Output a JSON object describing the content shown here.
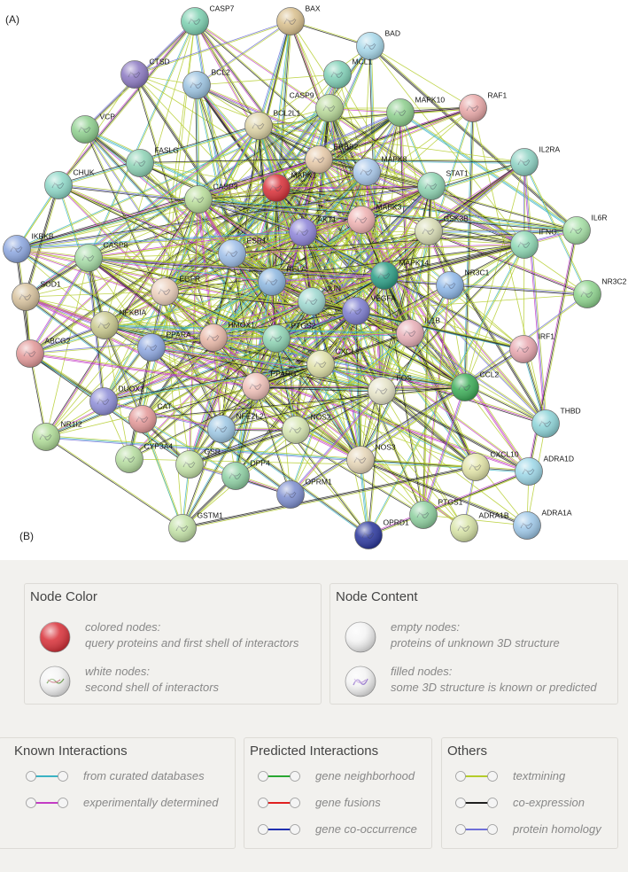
{
  "panel_labels": {
    "a": "(A)",
    "b": "(B)"
  },
  "network": {
    "nodes": [
      {
        "id": "CASP7",
        "color": "#7fd1b2"
      },
      {
        "id": "BAX",
        "color": "#d9c08f"
      },
      {
        "id": "BAD",
        "color": "#a8d8ea"
      },
      {
        "id": "CTSD",
        "color": "#8e7cc3"
      },
      {
        "id": "BCL2",
        "color": "#9cc3e0"
      },
      {
        "id": "MCL1",
        "color": "#82d1b8"
      },
      {
        "id": "RAF1",
        "color": "#e8a8a8"
      },
      {
        "id": "CASP9",
        "color": "#b9d99a"
      },
      {
        "id": "MAPK10",
        "color": "#8fcf8f"
      },
      {
        "id": "VCP",
        "color": "#90d090"
      },
      {
        "id": "BCL2L1",
        "color": "#ddd3a6"
      },
      {
        "id": "ERBB2",
        "color": "#e6c9a8"
      },
      {
        "id": "IL2RA",
        "color": "#8fd3c4"
      },
      {
        "id": "FASLG",
        "color": "#8fd3b6"
      },
      {
        "id": "MAPK1",
        "color": "#d9343c"
      },
      {
        "id": "MAPK8",
        "color": "#a9c8ea"
      },
      {
        "id": "STAT1",
        "color": "#8fd3b2"
      },
      {
        "id": "CHUK",
        "color": "#8fd8c8"
      },
      {
        "id": "CASP3",
        "color": "#b9dd9a"
      },
      {
        "id": "MAPK3",
        "color": "#efb3b3"
      },
      {
        "id": "GSK3B",
        "color": "#d8dcb4"
      },
      {
        "id": "AKT1",
        "color": "#8f86d8"
      },
      {
        "id": "IL6R",
        "color": "#a6e0a6"
      },
      {
        "id": "IFNG",
        "color": "#8fd8b4"
      },
      {
        "id": "IKBKB",
        "color": "#8ea8e0"
      },
      {
        "id": "ESR1",
        "color": "#9fbfe8"
      },
      {
        "id": "CASP8",
        "color": "#a6dba6"
      },
      {
        "id": "MAPK14",
        "color": "#2e9e86"
      },
      {
        "id": "NR3C1",
        "color": "#8fb8e8"
      },
      {
        "id": "NR3C2",
        "color": "#8fd48f"
      },
      {
        "id": "RELA",
        "color": "#8fb8e0"
      },
      {
        "id": "EGFR",
        "color": "#ecd0bd"
      },
      {
        "id": "SOD1",
        "color": "#d7c29e"
      },
      {
        "id": "JUN",
        "color": "#9fd8d0"
      },
      {
        "id": "VEGFA",
        "color": "#7f7fd0"
      },
      {
        "id": "NFKBIA",
        "color": "#c9c98f"
      },
      {
        "id": "HMOX1",
        "color": "#e8b8a8"
      },
      {
        "id": "PTGS2",
        "color": "#8fd3b4"
      },
      {
        "id": "IL1B",
        "color": "#e8b0b8"
      },
      {
        "id": "IRF1",
        "color": "#e8a8b0"
      },
      {
        "id": "PPARA",
        "color": "#8fa8e0"
      },
      {
        "id": "ABCG2",
        "color": "#e39a9a"
      },
      {
        "id": "CXCL8",
        "color": "#dfe0a8"
      },
      {
        "id": "PPARG",
        "color": "#efc0b8"
      },
      {
        "id": "FOS",
        "color": "#e6e4c8"
      },
      {
        "id": "CCL2",
        "color": "#3fae5a"
      },
      {
        "id": "DUOX2",
        "color": "#9090d8"
      },
      {
        "id": "CAT",
        "color": "#e49a9a"
      },
      {
        "id": "THBD",
        "color": "#8fd4d8"
      },
      {
        "id": "NR1I2",
        "color": "#b0dc98"
      },
      {
        "id": "NFE2L2",
        "color": "#9fc8e4"
      },
      {
        "id": "NOS2",
        "color": "#d6e6b2"
      },
      {
        "id": "NOS3",
        "color": "#e6d6b8"
      },
      {
        "id": "CYP3A4",
        "color": "#b6dda0"
      },
      {
        "id": "GSR",
        "color": "#c4e2a8"
      },
      {
        "id": "DPP4",
        "color": "#8fd0a4"
      },
      {
        "id": "CXCL10",
        "color": "#e2e4a8"
      },
      {
        "id": "ADRA1D",
        "color": "#9fd8e8"
      },
      {
        "id": "OPRM1",
        "color": "#7f90d0"
      },
      {
        "id": "ADRA1B",
        "color": "#d8e4a8"
      },
      {
        "id": "ADRA1A",
        "color": "#9fc8e8"
      },
      {
        "id": "PTGS1",
        "color": "#8fd0a0"
      },
      {
        "id": "GSTM1",
        "color": "#c4e2a8"
      },
      {
        "id": "OPRD1",
        "color": "#2e3a9e"
      }
    ],
    "edge_colors": [
      "#b4cc2a",
      "#1f1f1f",
      "#3bb3c4",
      "#c43cc4",
      "#6f6fd8"
    ]
  },
  "legend": {
    "node_color": {
      "title": "Node Color",
      "items": [
        {
          "line1": "colored nodes:",
          "line2": "query proteins and first shell of interactors",
          "swatch": "#d9343c"
        },
        {
          "line1": "white nodes:",
          "line2": "second shell of interactors",
          "swatch": "#f2f2f2"
        }
      ]
    },
    "node_content": {
      "title": "Node Content",
      "items": [
        {
          "line1": "empty nodes:",
          "line2": "proteins of unknown 3D structure"
        },
        {
          "line1": "filled nodes:",
          "line2": "some 3D structure is known or predicted"
        }
      ]
    },
    "known": {
      "title": "Known Interactions",
      "items": [
        {
          "label": "from curated databases",
          "color": "#3bb3c4"
        },
        {
          "label": "experimentally determined",
          "color": "#c43cc4"
        }
      ]
    },
    "predicted": {
      "title": "Predicted Interactions",
      "items": [
        {
          "label": "gene neighborhood",
          "color": "#2aa832"
        },
        {
          "label": "gene fusions",
          "color": "#e02020"
        },
        {
          "label": "gene co-occurrence",
          "color": "#2030b0"
        }
      ]
    },
    "others": {
      "title": "Others",
      "items": [
        {
          "label": "textmining",
          "color": "#b4cc2a"
        },
        {
          "label": "co-expression",
          "color": "#1f1f1f"
        },
        {
          "label": "protein homology",
          "color": "#6f6fd8"
        }
      ]
    }
  }
}
